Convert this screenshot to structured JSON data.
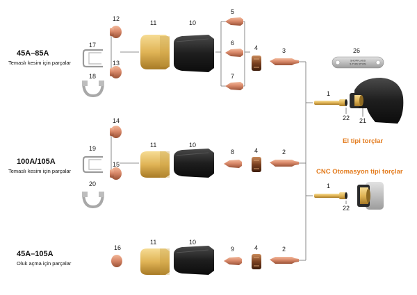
{
  "groups": [
    {
      "title": "45A–85A",
      "subtitle": "Temaslı kesim için parçalar"
    },
    {
      "title": "100A/105A",
      "subtitle": "Temaslı kesim için parçalar"
    },
    {
      "title": "45A–105A",
      "subtitle": "Oluk açma için parçalar"
    }
  ],
  "torch_labels": {
    "hand": "El tipi torçlar",
    "cnc": "CNC Otomasyon tipi torçlar"
  },
  "tag_text": [
    "SHOPFLAGS",
    "5-TYPE 5TYPE"
  ],
  "part_numbers": [
    "12",
    "17",
    "13",
    "18",
    "11",
    "10",
    "5",
    "6",
    "7",
    "4",
    "3",
    "26",
    "1",
    "22",
    "21",
    "14",
    "19",
    "15",
    "20",
    "11",
    "10",
    "8",
    "4",
    "2",
    "1",
    "22",
    "16",
    "11",
    "10",
    "9",
    "4",
    "2"
  ],
  "colors": {
    "copper": "#d9896a",
    "brass": "#e0b456",
    "black": "#1e1e1e",
    "accent": "#e37b1d"
  }
}
